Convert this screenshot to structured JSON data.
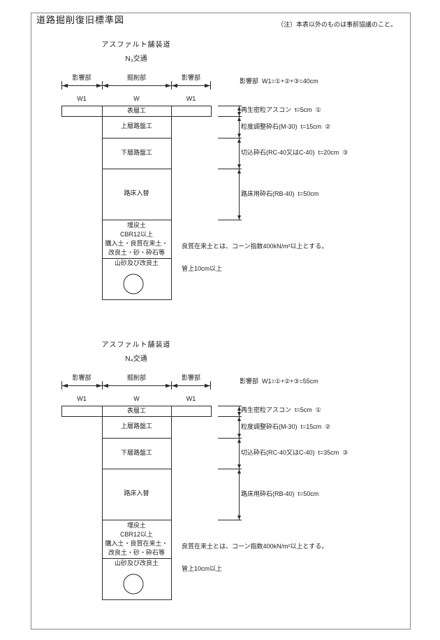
{
  "page": {
    "title": "道路掘削復旧標準図",
    "note": "（注）本表以外のものは事前協議のこと。"
  },
  "diagrams": [
    {
      "title1": "アスファルト舗装道",
      "title2": "N₃交通",
      "zones": [
        "影響部",
        "掘削部",
        "影響部"
      ],
      "widths": [
        "W1",
        "W",
        "W1"
      ],
      "influence": "影響部  W1=①+②+③=40cm",
      "layers": {
        "surface": "表層工",
        "upper": "上層路盤工",
        "lower": "下層路盤工",
        "subgrade": "路床入替",
        "backfill": [
          "埋戻土",
          "CBR12以上",
          "購入土・良質在来土・",
          "改良土・砂・砕石等"
        ],
        "bed": "山砂及び改良土"
      },
      "ann": {
        "a1": "再生密粒アスコン  t=5cm  ①",
        "a2": "粒度調整砕石(M-30)  t=15cm  ②",
        "a3": "切込砕石(RC-40又はC-40)  t=20cm  ③",
        "a4": "路床用砕石(RB-40)  t=50cm",
        "soil": "良質在来土とは、コーン指数400kN/m²以上とする。",
        "pipe": "管上10cm以上"
      }
    },
    {
      "title1": "アスファルト舗装道",
      "title2": "N₄交通",
      "zones": [
        "影響部",
        "掘削部",
        "影響部"
      ],
      "widths": [
        "W1",
        "W",
        "W1"
      ],
      "influence": "影響部  W1=①+②+③=55cm",
      "layers": {
        "surface": "表層工",
        "upper": "上層路盤工",
        "lower": "下層路盤工",
        "subgrade": "路床入替",
        "backfill": [
          "埋戻土",
          "CBR12以上",
          "購入土・良質在来土・",
          "改良土・砂・砕石等"
        ],
        "bed": "山砂及び改良土"
      },
      "ann": {
        "a1": "再生密粒アスコン  t=5cm  ①",
        "a2": "粒度調整砕石(M-30)  t=15cm  ②",
        "a3": "切込砕石(RC-40又はC-40)  t=35cm  ③",
        "a4": "路床用砕石(RB-40)  t=50cm",
        "soil": "良質在来土とは、コーン指数400kN/m²以上とする。",
        "pipe": "管上10cm以上"
      }
    }
  ]
}
